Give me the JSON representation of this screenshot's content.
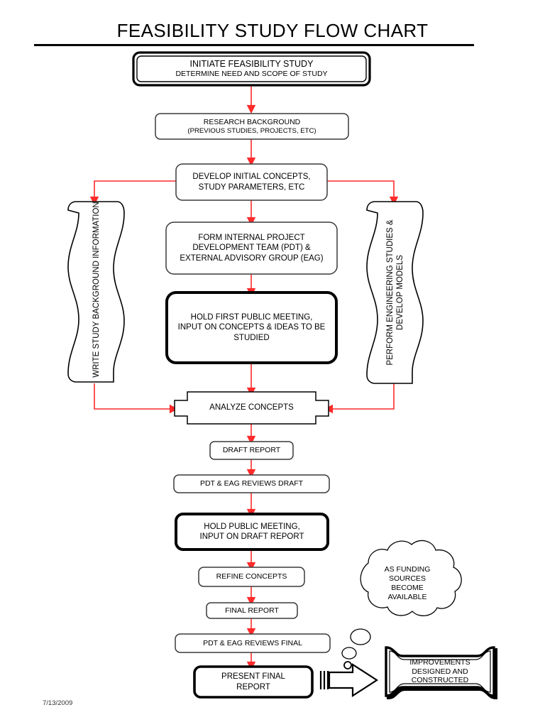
{
  "page": {
    "title": "FEASIBILITY STUDY FLOW CHART",
    "date_stamp": "7/13/2009",
    "arrow_color": "#ff2a2a",
    "outline_color": "#000000",
    "background": "#ffffff"
  },
  "nodes": {
    "initiate": {
      "id": "initiate-feasibility-study",
      "shape": "rounded-rect-double-border",
      "line1": "INITIATE FEASIBILITY STUDY",
      "line2": "DETERMINE NEED AND SCOPE OF STUDY"
    },
    "research": {
      "id": "research-background",
      "shape": "rounded-rect",
      "line1": "RESEARCH BACKGROUND",
      "line2": "(PREVIOUS STUDIES, PROJECTS, ETC)"
    },
    "develop": {
      "id": "develop-initial-concepts",
      "shape": "rounded-rect",
      "line1": "DEVELOP INITIAL CONCEPTS,",
      "line2": "STUDY PARAMETERS, ETC"
    },
    "form_team": {
      "id": "form-internal-project-team",
      "shape": "rounded-rect",
      "line1": "FORM INTERNAL PROJECT",
      "line2": "DEVELOPMENT TEAM (PDT) &",
      "line3": "EXTERNAL ADVISORY GROUP (EAG)"
    },
    "first_meeting": {
      "id": "hold-first-public-meeting",
      "shape": "rounded-rect-bold",
      "line1": "HOLD FIRST PUBLIC MEETING,",
      "line2": "INPUT ON CONCEPTS & IDEAS TO BE",
      "line3": "STUDIED"
    },
    "write_background": {
      "id": "write-study-background-information",
      "shape": "wave-document",
      "orientation": "vertical",
      "line1": "WRITE  STUDY  BACKGROUND",
      "line2": "INFORMATION"
    },
    "perform_engineering": {
      "id": "perform-engineering-studies",
      "shape": "wave-document",
      "orientation": "vertical",
      "line1": "PERFORM ENGINEERING",
      "line2": "STUDIES & DEVELOP MODELS"
    },
    "analyze": {
      "id": "analyze-concepts",
      "shape": "preparation-hexagon",
      "line1": "ANALYZE CONCEPTS"
    },
    "draft_report": {
      "id": "draft-report",
      "shape": "rounded-rect",
      "line1": "DRAFT REPORT"
    },
    "reviews_draft": {
      "id": "pdt-eag-reviews-draft",
      "shape": "rounded-rect",
      "line1": "PDT & EAG REVIEWS DRAFT"
    },
    "public_meeting": {
      "id": "hold-public-meeting-draft",
      "shape": "rounded-rect-bold",
      "line1": "HOLD PUBLIC MEETING,",
      "line2": "INPUT ON DRAFT REPORT"
    },
    "refine": {
      "id": "refine-concepts",
      "shape": "rounded-rect",
      "line1": "REFINE CONCEPTS"
    },
    "final_report": {
      "id": "final-report",
      "shape": "rounded-rect",
      "line1": "FINAL REPORT"
    },
    "reviews_final": {
      "id": "pdt-eag-reviews-final",
      "shape": "rounded-rect",
      "line1": "PDT & EAG REVIEWS FINAL"
    },
    "present_final": {
      "id": "present-final-report",
      "shape": "rounded-rect-bold",
      "line1": "PRESENT FINAL",
      "line2": "REPORT"
    },
    "funding_cloud": {
      "id": "as-funding-sources-become-available",
      "shape": "cloud-callout",
      "line1": "AS FUNDING",
      "line2": "SOURCES",
      "line3": "BECOME",
      "line4": "AVAILABLE"
    },
    "improvements": {
      "id": "improvements-designed-and-constructed",
      "shape": "concave-corner-rect",
      "line1": "IMPROVEMENTS",
      "line2": "DESIGNED AND",
      "line3": "CONSTRUCTED"
    }
  },
  "connectors": [
    {
      "from": "initiate",
      "to": "research",
      "style": "vertical-arrow"
    },
    {
      "from": "research",
      "to": "develop",
      "style": "vertical-arrow"
    },
    {
      "from": "develop",
      "to": "form_team",
      "style": "vertical-arrow"
    },
    {
      "from": "develop",
      "to": "write_background",
      "style": "elbow-left-down-arrow"
    },
    {
      "from": "develop",
      "to": "perform_engineering",
      "style": "elbow-right-down-arrow"
    },
    {
      "from": "form_team",
      "to": "first_meeting",
      "style": "vertical-arrow"
    },
    {
      "from": "first_meeting",
      "to": "analyze",
      "style": "vertical-arrow"
    },
    {
      "from": "write_background",
      "to": "analyze",
      "style": "elbow-down-right-arrow"
    },
    {
      "from": "perform_engineering",
      "to": "analyze",
      "style": "elbow-down-left-arrow"
    },
    {
      "from": "analyze",
      "to": "draft_report",
      "style": "vertical-arrow"
    },
    {
      "from": "draft_report",
      "to": "reviews_draft",
      "style": "vertical-arrow"
    },
    {
      "from": "reviews_draft",
      "to": "public_meeting",
      "style": "vertical-arrow"
    },
    {
      "from": "public_meeting",
      "to": "refine",
      "style": "vertical-arrow"
    },
    {
      "from": "refine",
      "to": "final_report",
      "style": "vertical-arrow"
    },
    {
      "from": "final_report",
      "to": "reviews_final",
      "style": "vertical-arrow"
    },
    {
      "from": "reviews_final",
      "to": "present_final",
      "style": "vertical-arrow"
    },
    {
      "from": "present_final",
      "to": "improvements",
      "style": "block-arrow-right"
    }
  ],
  "decorations": {
    "block_arrow": "block-arrow-right-icon",
    "cloud_tail_bubbles": 2,
    "header_rule": true
  }
}
